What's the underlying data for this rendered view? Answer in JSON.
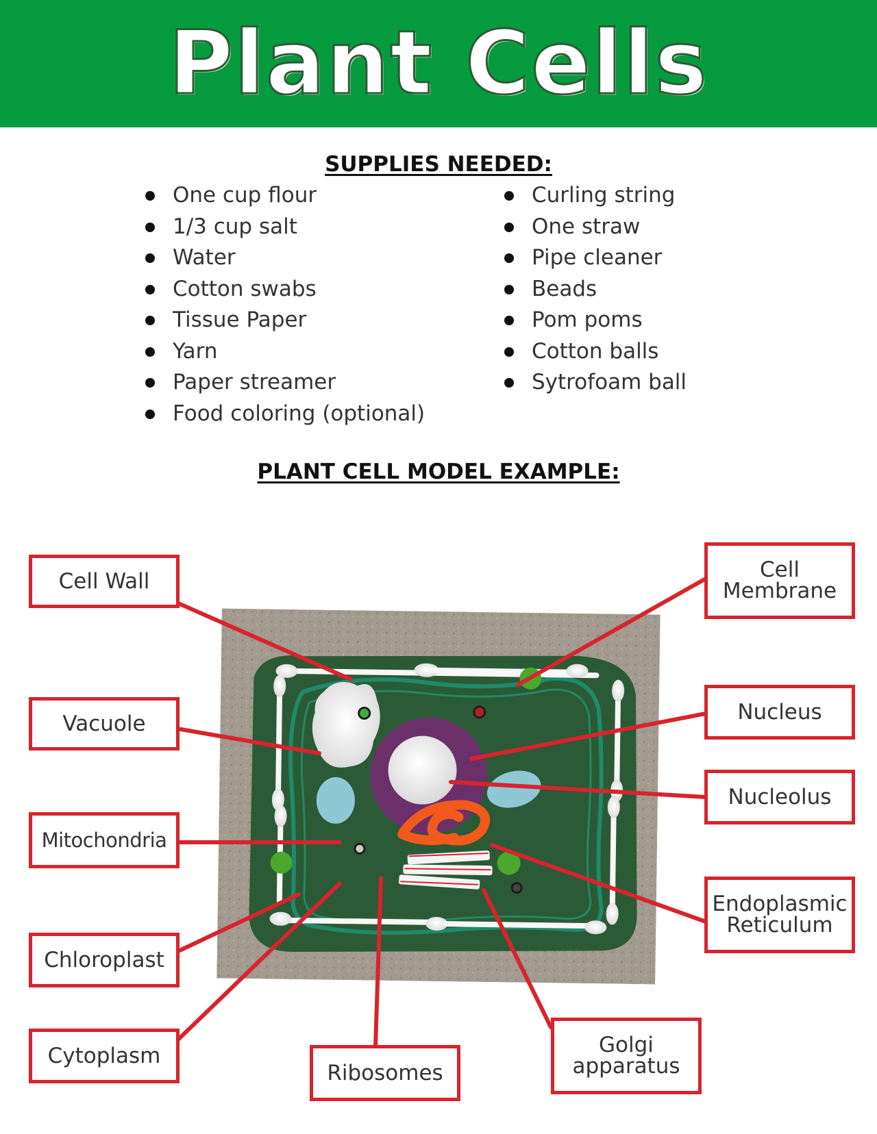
{
  "title": "Plant Cells",
  "supplies": {
    "heading": "SUPPLIES NEEDED:",
    "left": [
      "One cup flour",
      "1/3 cup salt",
      "Water",
      "Cotton swabs",
      "Tissue Paper",
      "Yarn",
      "Paper streamer",
      "Food coloring (optional)"
    ],
    "right": [
      "Curling string",
      "One straw",
      "Pipe cleaner",
      "Beads",
      "Pom poms",
      "Cotton balls",
      "Sytrofoam ball"
    ]
  },
  "model": {
    "heading": "PLANT CELL MODEL EXAMPLE:",
    "labels": {
      "cell_wall": "Cell Wall",
      "vacuole": "Vacuole",
      "mitochondria": "Mitochondria",
      "chloroplast": "Chloroplast",
      "cytoplasm": "Cytoplasm",
      "ribosomes": "Ribosomes",
      "golgi": "Golgi\napparatus",
      "cell_membrane": "Cell\nMembrane",
      "nucleus": "Nucleus",
      "nucleolus": "Nucleolus",
      "er": "Endoplasmic\nReticulum"
    }
  },
  "colors": {
    "banner": "#069b3e",
    "label_border": "#d8242c",
    "cell_dough": "#2b5a36",
    "yarn": "#1f8a6a",
    "nucleus": "#6b2f6a",
    "vacuole": "#f4f4f4",
    "mitochondria": "#8fc8d4",
    "er": "#f25a1b",
    "chloroplast": "#4aa82c",
    "background_board": "#a39a90"
  }
}
